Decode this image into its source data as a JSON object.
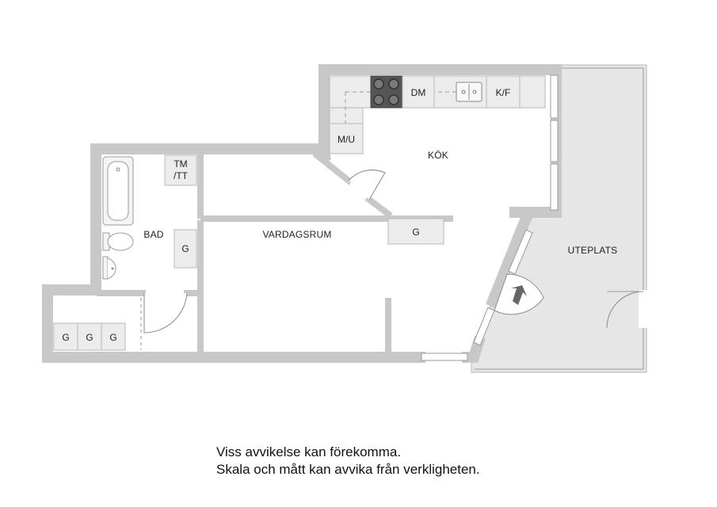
{
  "rooms": {
    "kitchen": "KÖK",
    "living_room": "VARDAGSRUM",
    "bathroom": "BAD",
    "patio": "UTEPLATS"
  },
  "fixtures": {
    "dishwasher": "DM",
    "fridge_freezer": "K/F",
    "microwave_oven": "M/U",
    "washer_dryer_line1": "TM",
    "washer_dryer_line2": "/TT",
    "wardrobe": "G"
  },
  "disclaimer": {
    "line1": "Viss avvikelse kan förekomma.",
    "line2": "Skala och mått kan avvika från verkligheten."
  },
  "colors": {
    "wall": "#c8c8c8",
    "patio": "#e6e6e6",
    "fixture": "#ececec",
    "stove": "#555555",
    "entrance_arrow": "#666666"
  }
}
